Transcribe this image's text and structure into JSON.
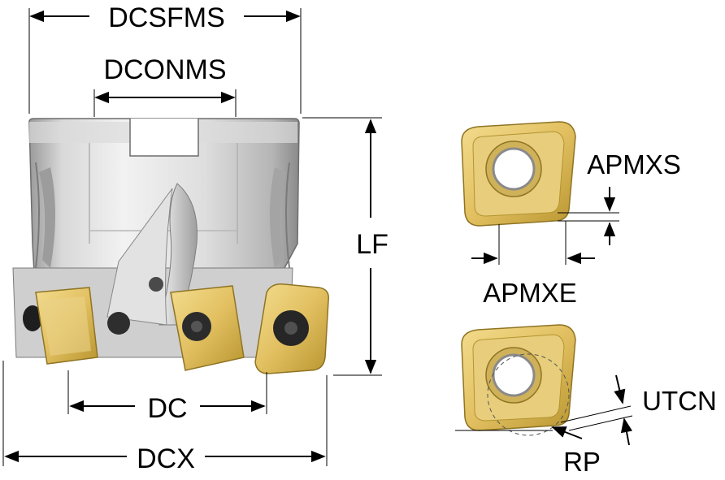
{
  "dimensions": {
    "dcsfms": "DCSFMS",
    "dconms": "DCONMS",
    "lf": "LF",
    "dc": "DC",
    "dcx": "DCX",
    "apmxs": "APMXS",
    "apmxe": "APMXE",
    "utcn": "UTCN",
    "rp": "RP"
  },
  "colors": {
    "body_light": "#e6e6e6",
    "body_mid": "#c8c8c8",
    "body_dark": "#8c8c8c",
    "insert_gold": "#e3c56a",
    "insert_dark": "#a88a2c",
    "screw_dark": "#2a2a2a",
    "line": "#000000"
  }
}
